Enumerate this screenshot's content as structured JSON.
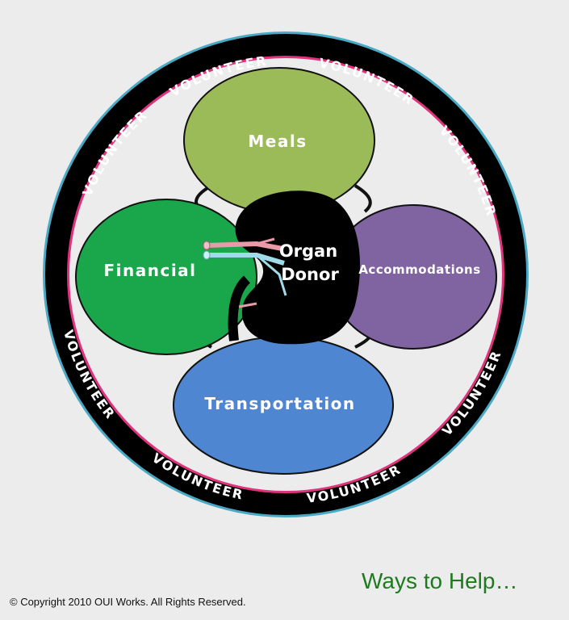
{
  "ring": {
    "words": [
      "VOLUNTEER",
      "VOLUNTEER",
      "VOLUNTEER",
      "VOLUNTEER",
      "VOLUNTEER",
      "VOLUNTEER",
      "VOLUNTEER",
      "VOLUNTEER"
    ]
  },
  "petals": {
    "top": "Meals",
    "left": "Financial",
    "right": "Accommodations",
    "bottom": "Transportation"
  },
  "center": {
    "line1": "Organ",
    "line2": "Donor"
  },
  "caption": "Ways to Help…",
  "copyright": "© Copyright 2010 OUI Works.  All Rights Reserved.",
  "colors": {
    "ring": "#000000",
    "ring_outer_edge": "#4aa9c4",
    "ring_inner_edge": "#e0337e",
    "meals": "#9bbb59",
    "financial": "#1aa64a",
    "accommodations": "#8064a2",
    "transportation": "#4f86d2",
    "kidney": "#000000",
    "caption": "#1f7a1f"
  },
  "icons": [
    "kidney-icon"
  ]
}
